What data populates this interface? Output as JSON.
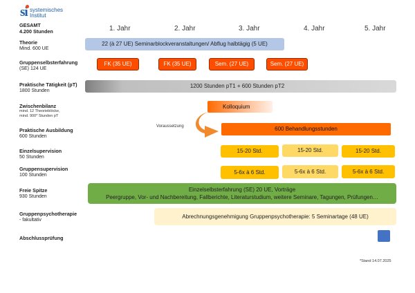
{
  "logo": {
    "mark": "si",
    "line1": "systemisches",
    "line2": "Institut"
  },
  "years": [
    "1. Jahr",
    "2. Jahr",
    "3. Jahr",
    "4. Jahr",
    "5. Jahr"
  ],
  "rows": {
    "gesamt": {
      "title": "GESAMT",
      "sub": "4.200 Stunden"
    },
    "theorie": {
      "title": "Theorie",
      "sub": "Mind. 600 UE"
    },
    "se": {
      "title": "Gruppenselbsterfahrung",
      "sub": "(SE) 124 UE"
    },
    "pt": {
      "title": "Praktische Tätigkeit (pT)",
      "sub": "1800 Stunden"
    },
    "zb": {
      "title": "Zwischenbilanz",
      "sub1": "mind. 12 Theorieblöcke,",
      "sub2": "mind. 900* Stunden pT"
    },
    "pa": {
      "title": "Praktische Ausbildung",
      "sub": "600 Stunden"
    },
    "es": {
      "title": "Einzelsupervision",
      "sub": "50 Stunden"
    },
    "gs": {
      "title": "Gruppensupervision",
      "sub": "100 Stunden"
    },
    "fs": {
      "title": "Freie Spitze",
      "sub": "930 Stunden"
    },
    "gpt": {
      "title": "Gruppenpsychotherapie",
      "sub": "- fakultativ"
    },
    "ap": {
      "title": "Abschlussprüfung"
    }
  },
  "bars": {
    "theorie": "22 (à 27 UE) Seminarblockveranstaltungen/ Abflug halbtägig (5 UE)",
    "se": [
      "FK (35 UE)",
      "FK (35 UE)",
      "Sem. (27 UE)",
      "Sem. (27 UE)"
    ],
    "pt": "1200 Stunden pT1 + 600 Stunden pT2",
    "kolloquium": "Kolloquium",
    "voraussetzung": "Voraussetzung",
    "pa": "600 Behandlungsstunden",
    "es": [
      "15-20 Std.",
      "15-20 Std.",
      "15-20 Std."
    ],
    "gs": [
      "5-6x à 6 Std.",
      "5-6x à 6 Std.",
      "5-6x à 6 Std."
    ],
    "fs_line1": "Einzelselbsterfahrung (SE) 20 UE, Vorträge",
    "fs_line2": "Peergruppe, Vor- und Nachbereitung, Fallberichte, Literaturstudium, weitere Seminare, Tagungen, Prüfungen…",
    "gpt": "Abrechnungsgenehmigung Gruppenpsychotherapie: 5 Seminartage (48 UE)"
  },
  "footnote": "*Stand 14.07.2025",
  "colors": {
    "theorie": "#b4c7e7",
    "se": "#ff4d00",
    "pt": "#bfbfbf",
    "kolloquium": "#ffd6c2",
    "arrow": "#f08a2c",
    "pa": "#ff6a00",
    "sup": "#ffc000",
    "fs": "#70ad47",
    "gpt": "#fff2cc",
    "ap": "#4472c4"
  }
}
